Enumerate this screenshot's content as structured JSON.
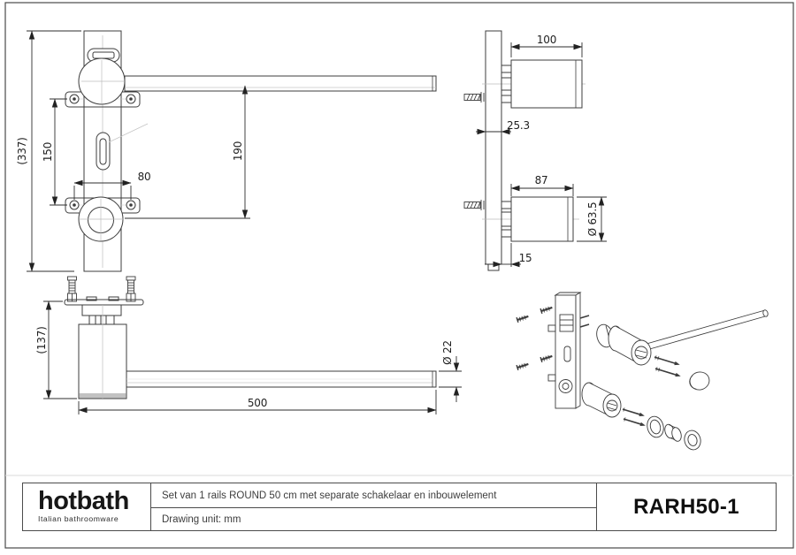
{
  "title_block": {
    "brand": "hotbath",
    "brand_tagline": "Italian bathroomware",
    "description": "Set van 1 rails ROUND 50 cm met separate schakelaar en inbouwelement",
    "drawing_unit": "Drawing unit: mm",
    "part_number": "RARH50-1"
  },
  "dims": {
    "overall_height": "(337)",
    "plate_spacing": "150",
    "screw_spacing": "80",
    "rail_to_valve": "190",
    "holder_length": "100",
    "plate_thickness": "25.3",
    "switch_length": "87",
    "switch_diameter": "Ø 63.5",
    "wall_offset": "15",
    "body_height": "(137)",
    "rail_length": "500",
    "rail_diameter": "Ø 22"
  },
  "colors": {
    "line": "#3c3c3c",
    "background": "#ffffff"
  }
}
